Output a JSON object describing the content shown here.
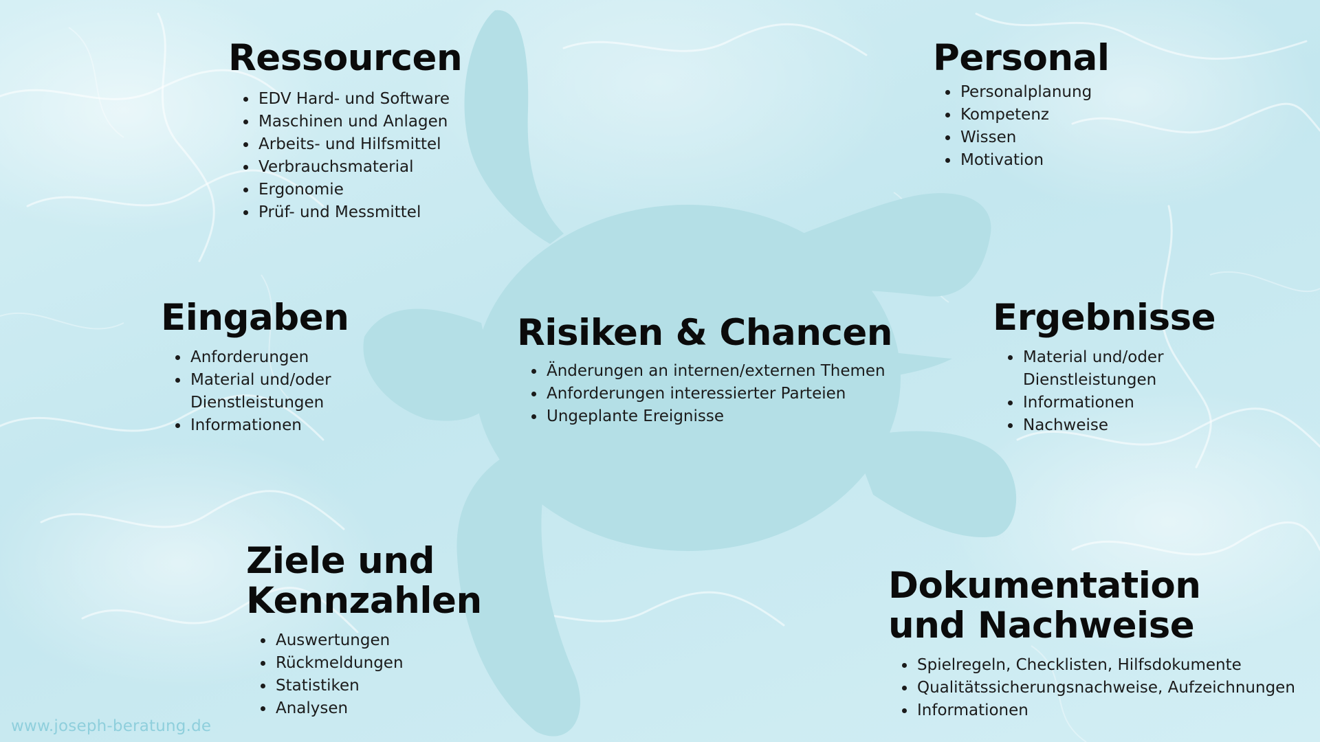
{
  "colors": {
    "water": "#c9e9f0",
    "turtle": "#b4dfe6",
    "text": "#111111",
    "footer": "#8fcfdc"
  },
  "sections": {
    "ressourcen": {
      "title": "Ressourcen",
      "items": [
        "EDV Hard- und Software",
        "Maschinen und Anlagen",
        "Arbeits- und Hilfsmittel",
        "Verbrauchsmaterial",
        "Ergonomie",
        "Prüf- und Messmittel"
      ]
    },
    "personal": {
      "title": "Personal",
      "items": [
        "Personalplanung",
        "Kompetenz",
        "Wissen",
        "Motivation"
      ]
    },
    "eingaben": {
      "title": "Eingaben",
      "items": [
        "Anforderungen",
        "Material und/oder Dienstleistungen",
        "Informationen"
      ]
    },
    "risiken": {
      "title": "Risiken & Chancen",
      "items": [
        "Änderungen an internen/externen Themen",
        "Anforderungen interessierter Parteien",
        "Ungeplante Ereignisse"
      ]
    },
    "ergebnisse": {
      "title": "Ergebnisse",
      "items": [
        "Material und/oder Dienstleistungen",
        "Informationen",
        "Nachweise"
      ]
    },
    "ziele": {
      "title": "Ziele und Kennzahlen",
      "items": [
        "Auswertungen",
        "Rückmeldungen",
        "Statistiken",
        "Analysen"
      ]
    },
    "dokumentation": {
      "title": "Dokumentation und Nachweise",
      "items": [
        "Spielregeln, Checklisten, Hilfsdokumente",
        "Qualitätssicherungsnachweise, Aufzeichnungen",
        "Informationen"
      ]
    }
  },
  "footer": {
    "url": "www.joseph-beratung.de"
  }
}
